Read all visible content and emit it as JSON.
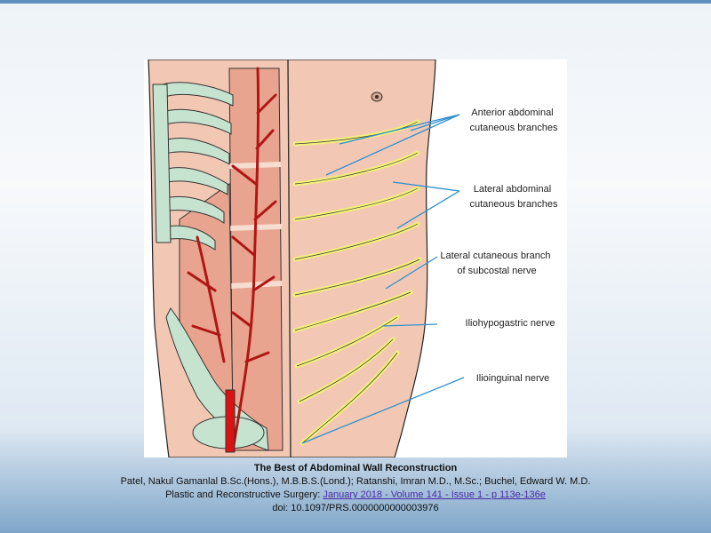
{
  "figure": {
    "labels": {
      "anterior": [
        "Anterior abdominal",
        "cutaneous branches"
      ],
      "lateral": [
        "Lateral abdominal",
        "cutaneous branches"
      ],
      "subcostal": [
        "Lateral cutaneous branch",
        "of subcostal nerve"
      ],
      "iliohypogastric": "Iliohypogastric nerve",
      "ilioinguinal": "Ilioinguinal nerve"
    },
    "colors": {
      "skin": "#f2c8b4",
      "muscle": "#e9a48f",
      "bone": "#c6e3cf",
      "artery": "#b11616",
      "nerve": "#f2ef7a",
      "leader": "#2d8fd0"
    }
  },
  "caption": {
    "title": "The Best  of Abdominal Wall Reconstruction",
    "authors": "Patel, Nakul Gamanlal  B.Sc.(Hons.), M.B.B.S.(Lond.); Ratanshi, Imran M.D., M.Sc.; Buchel, Edward  W. M.D.",
    "journal_prefix": "Plastic and Reconstructive  Surgery: ",
    "issue_link": "January  2018 - Volume 141 - Issue  1 - p 113e-136e",
    "doi": "doi: 10.1097/PRS.0000000000003976"
  }
}
